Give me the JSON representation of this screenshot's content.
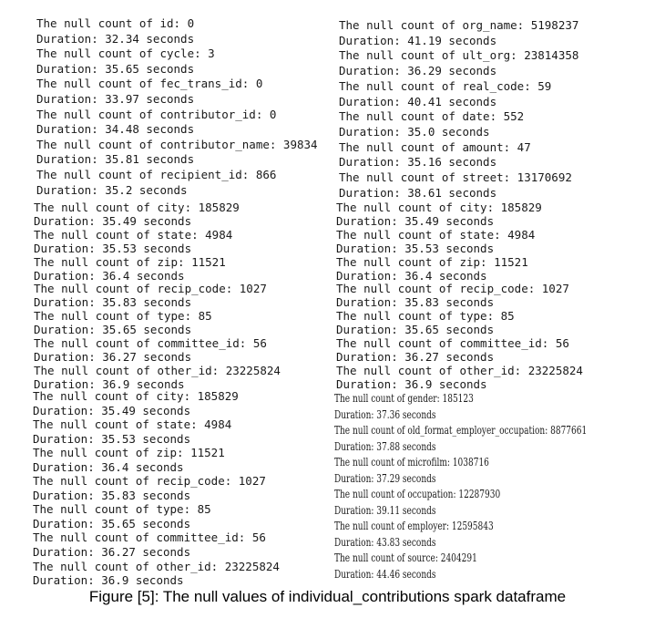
{
  "blocks": {
    "top_left": [
      "The null count of id: 0",
      "Duration: 32.34 seconds",
      "The null count of cycle: 3",
      "Duration: 35.65 seconds",
      "The null count of fec_trans_id: 0",
      "Duration: 33.97 seconds",
      "The null count of contributor_id: 0",
      "Duration: 34.48 seconds",
      "The null count of contributor_name: 39834",
      "Duration: 35.81 seconds",
      "The null count of recipient_id: 866",
      "Duration: 35.2 seconds"
    ],
    "top_right": [
      "The null count of org_name: 5198237",
      "Duration: 41.19 seconds",
      "The null count of ult_org: 23814358",
      "Duration: 36.29 seconds",
      "The null count of real_code: 59",
      "Duration: 40.41 seconds",
      "The null count of date: 552",
      "Duration: 35.0 seconds",
      "The null count of amount: 47",
      "Duration: 35.16 seconds",
      "The null count of street: 13170692",
      "Duration: 38.61 seconds"
    ],
    "middle_left": [
      "The null count of city: 185829",
      "Duration: 35.49 seconds",
      "The null count of state: 4984",
      "Duration: 35.53 seconds",
      "The null count of zip: 11521",
      "Duration: 36.4 seconds",
      "The null count of recip_code: 1027",
      "Duration: 35.83 seconds",
      "The null count of type: 85",
      "Duration: 35.65 seconds",
      "The null count of committee_id: 56",
      "Duration: 36.27 seconds",
      "The null count of other_id: 23225824",
      "Duration: 36.9 seconds"
    ],
    "middle_right": [
      "The null count of city: 185829",
      "Duration: 35.49 seconds",
      "The null count of state: 4984",
      "Duration: 35.53 seconds",
      "The null count of zip: 11521",
      "Duration: 36.4 seconds",
      "The null count of recip_code: 1027",
      "Duration: 35.83 seconds",
      "The null count of type: 85",
      "Duration: 35.65 seconds",
      "The null count of committee_id: 56",
      "Duration: 36.27 seconds",
      "The null count of other_id: 23225824",
      "Duration: 36.9 seconds"
    ],
    "bottom_left": [
      "The null count of city: 185829",
      "Duration: 35.49 seconds",
      "The null count of state: 4984",
      "Duration: 35.53 seconds",
      "The null count of zip: 11521",
      "Duration: 36.4 seconds",
      "The null count of recip_code: 1027",
      "Duration: 35.83 seconds",
      "The null count of type: 85",
      "Duration: 35.65 seconds",
      "The null count of committee_id: 56",
      "Duration: 36.27 seconds",
      "The null count of other_id: 23225824",
      "Duration: 36.9 seconds"
    ],
    "bottom_right": [
      "The null count of gender: 185123",
      "Duration: 37.36 seconds",
      "The null count of old_format_employer_occupation: 8877661",
      "Duration: 37.88 seconds",
      "The null count of microfilm: 1038716",
      "Duration: 37.29 seconds",
      "The null count of occupation: 12287930",
      "Duration: 39.11 seconds",
      "The null count of employer: 12595843",
      "Duration: 43.83 seconds",
      "The null count of source: 2404291",
      "Duration: 44.46 seconds"
    ]
  },
  "caption": "Figure [5]: The null values of individual_contributions spark dataframe"
}
